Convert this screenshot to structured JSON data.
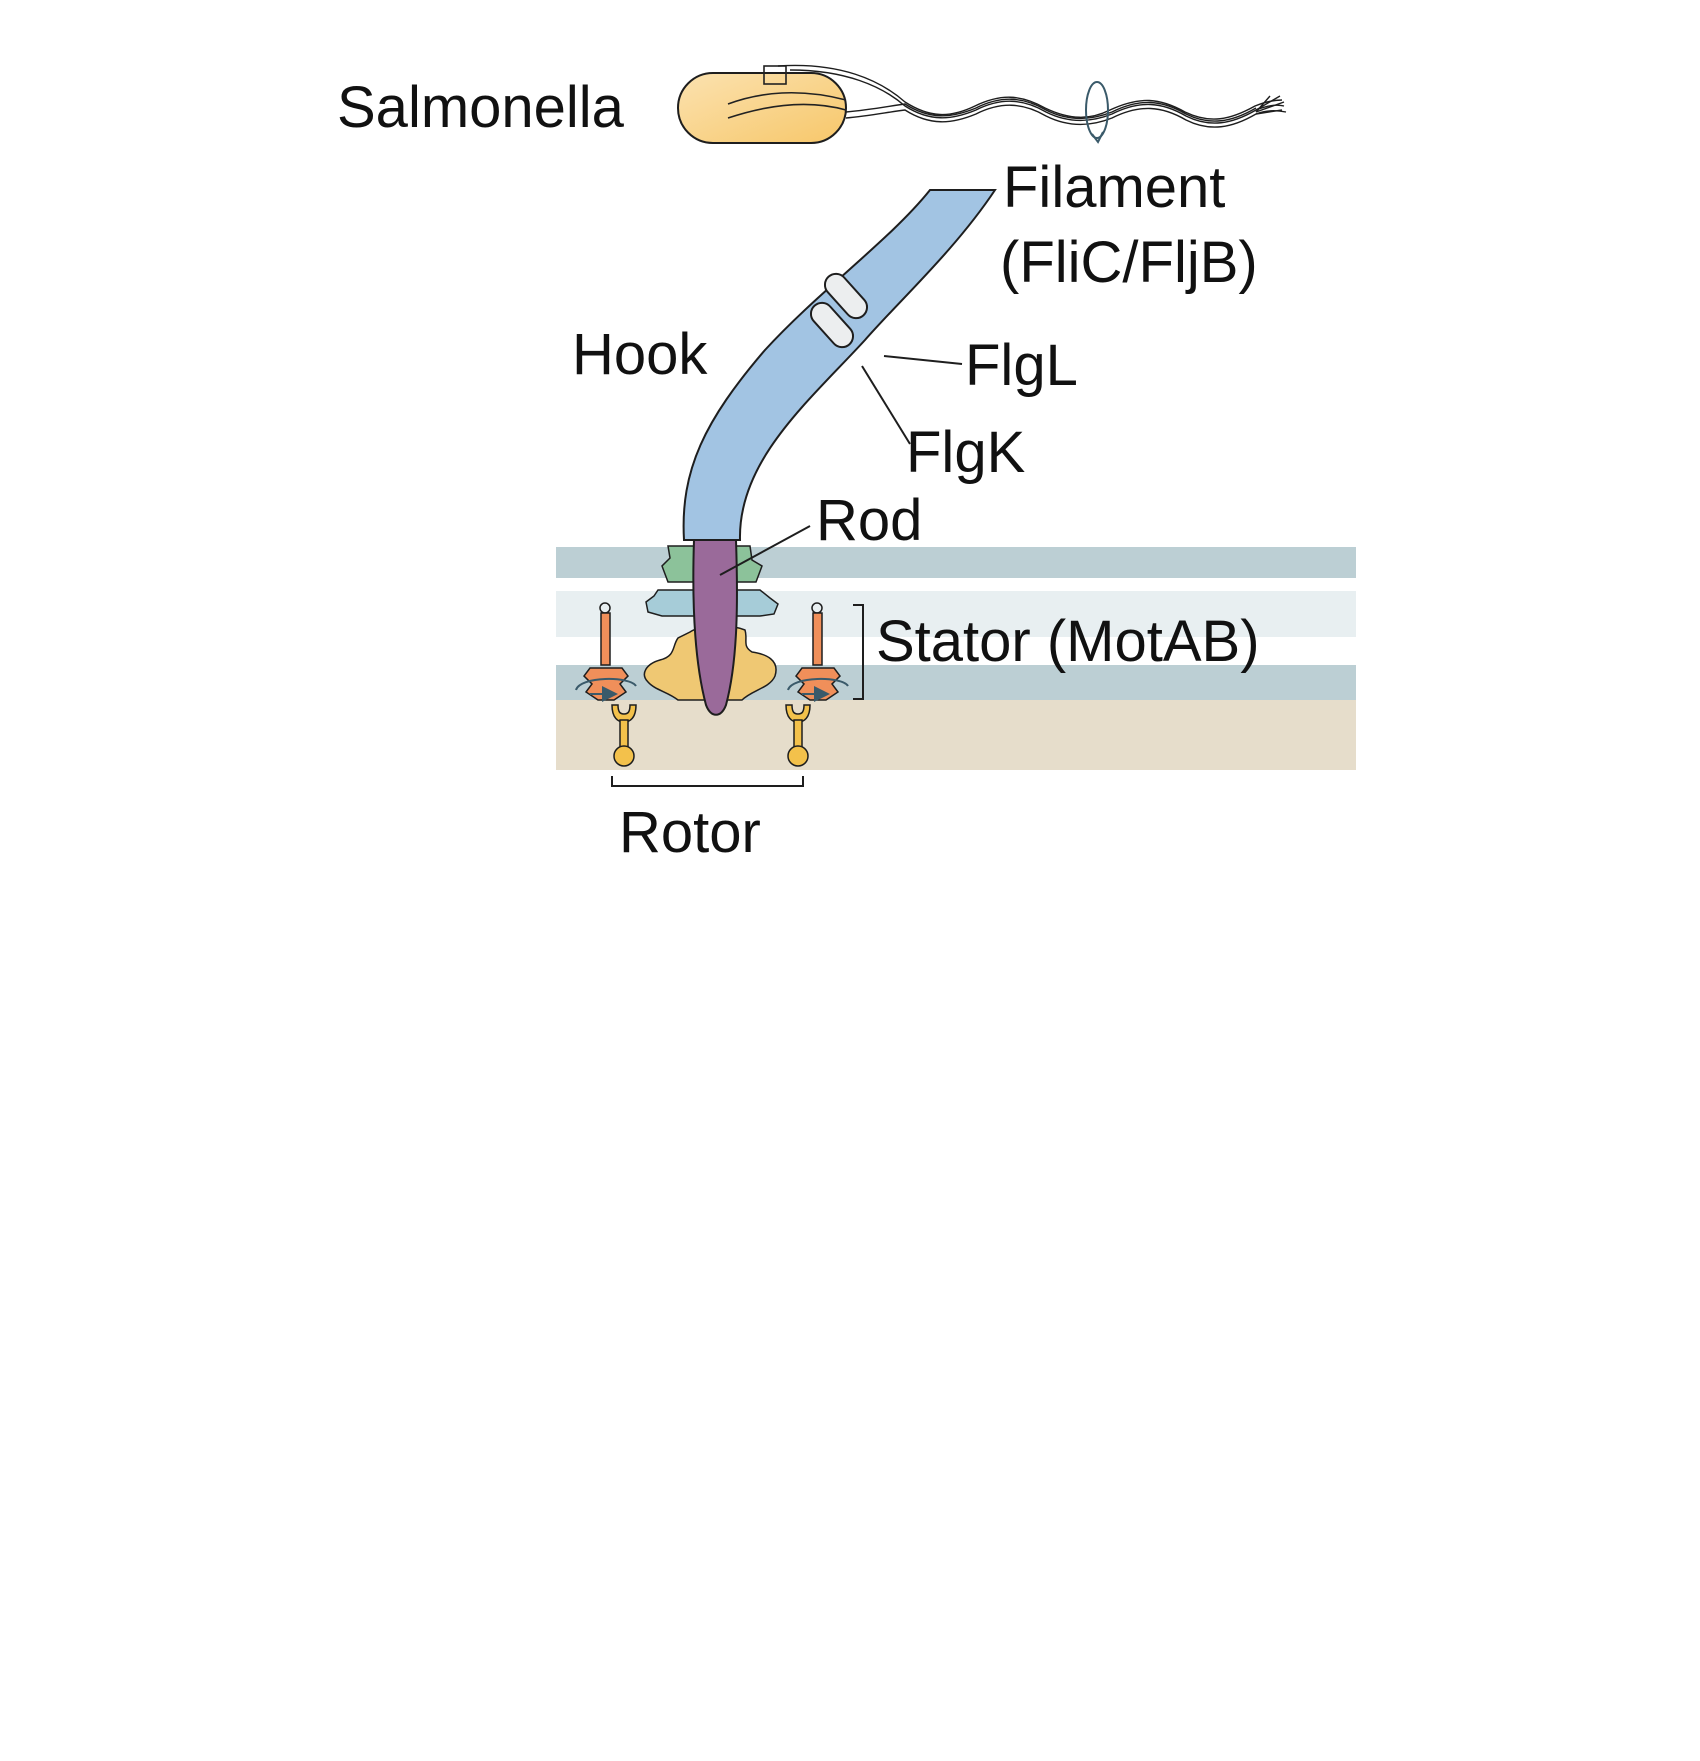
{
  "labels": {
    "organism": "Salmonella",
    "filament": "Filament",
    "filament_proteins": "(FliC/FljB)",
    "hook": "Hook",
    "flgl": "FlgL",
    "flgk": "FlgK",
    "rod": "Rod",
    "stator": "Stator (MotAB)",
    "rotor": "Rotor"
  },
  "colors": {
    "cell_body": "#f8cf7a",
    "hook_filament": "#a2c4e3",
    "junction_rings": "#eceeef",
    "rod": "#9a6a9a",
    "l_ring": "#8cc29a",
    "p_ring": "#a6ccd8",
    "ms_ring": "#efc873",
    "stator": "#f08f5a",
    "rotor_arm": "#f3c14b",
    "outer_membrane": "#bccfd4",
    "periplasm": "#e8eff1",
    "inner_membrane": "#bccfd4",
    "cytoplasm": "#e6ddcb"
  },
  "icons": {
    "rotation": "rotation-arrow-icon"
  }
}
